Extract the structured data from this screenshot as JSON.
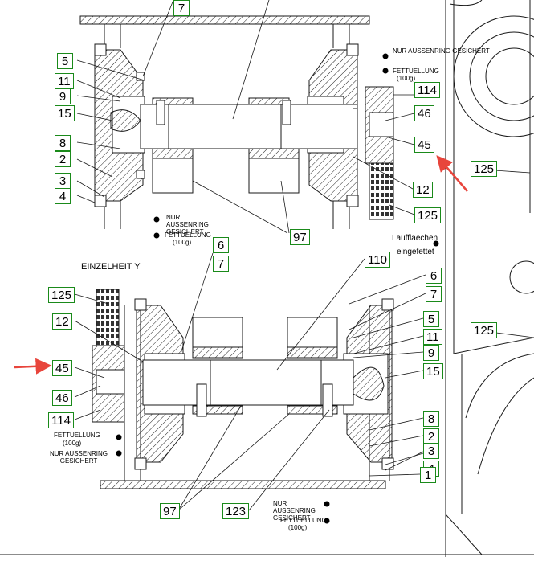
{
  "drawing": {
    "callouts": {
      "top": [
        "7",
        "5",
        "11",
        "9",
        "15",
        "8",
        "2",
        "3",
        "4",
        "114",
        "46",
        "45",
        "12",
        "125",
        "97",
        "125"
      ],
      "bottom": [
        "6",
        "7",
        "110",
        "6",
        "7",
        "125",
        "12",
        "5",
        "11",
        "9",
        "45",
        "15",
        "46",
        "114",
        "8",
        "2",
        "3",
        "4",
        "1",
        "97",
        "123",
        "125"
      ]
    },
    "notes": {
      "top_right_outer_ring": "NUR AUSSENRING GESICHERT",
      "top_right_grease": "FETTUELLUNG",
      "top_right_grease_qty": "(100g)",
      "top_left_outer_ring": "NUR AUSSENRING GESICHERT",
      "top_left_grease": "FETTUELLUNG",
      "top_left_grease_qty": "(100g)",
      "running_surfaces": "Laufflaechen",
      "greased": "eingefettet",
      "detail_heading": "EINZELHEIT   Y",
      "bottom_left_grease": "FETTUELLUNG",
      "bottom_left_grease_qty": "(100g)",
      "bottom_left_outer_ring": "NUR AUSSENRING GESICHERT",
      "bottom_right_outer_ring": "NUR AUSSENRING GESICHERT",
      "bottom_right_grease": "FETTUELLUNG",
      "bottom_right_grease_qty": "(100g)"
    },
    "colors": {
      "line": "#1a1a1a",
      "callout_border": "#1a8a1a",
      "arrow": "#e8453c"
    }
  }
}
